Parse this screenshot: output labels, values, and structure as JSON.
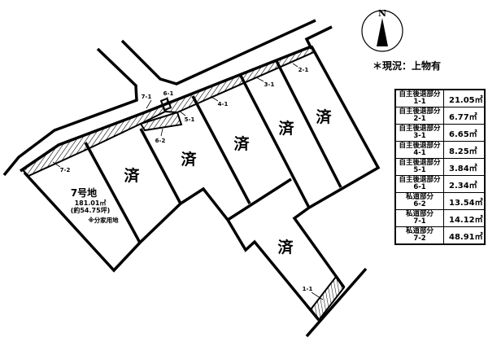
{
  "north_label": "N",
  "note": "＊現況：上物有",
  "lot7": {
    "name": "7号地",
    "area": "181.01㎡",
    "tsubo": "(約54.75坪)",
    "remark": "※分家用地"
  },
  "sold_mark": "済",
  "strip_labels": [
    "7-1",
    "6-1",
    "5-1",
    "6-2",
    "4-1",
    "3-1",
    "2-1",
    "7-2",
    "1-1"
  ],
  "area_table": [
    {
      "type": "自主後退部分",
      "id": "1-1",
      "area": "21.05㎡"
    },
    {
      "type": "自主後退部分",
      "id": "2-1",
      "area": "6.77㎡"
    },
    {
      "type": "自主後退部分",
      "id": "3-1",
      "area": "6.65㎡"
    },
    {
      "type": "自主後退部分",
      "id": "4-1",
      "area": "8.25㎡"
    },
    {
      "type": "自主後退部分",
      "id": "5-1",
      "area": "3.84㎡"
    },
    {
      "type": "自主後退部分",
      "id": "6-1",
      "area": "2.34㎡"
    },
    {
      "type": "私道部分",
      "id": "6-2",
      "area": "13.54㎡"
    },
    {
      "type": "私道部分",
      "id": "7-1",
      "area": "14.12㎡"
    },
    {
      "type": "私道部分",
      "id": "7-2",
      "area": "48.91㎡"
    }
  ]
}
